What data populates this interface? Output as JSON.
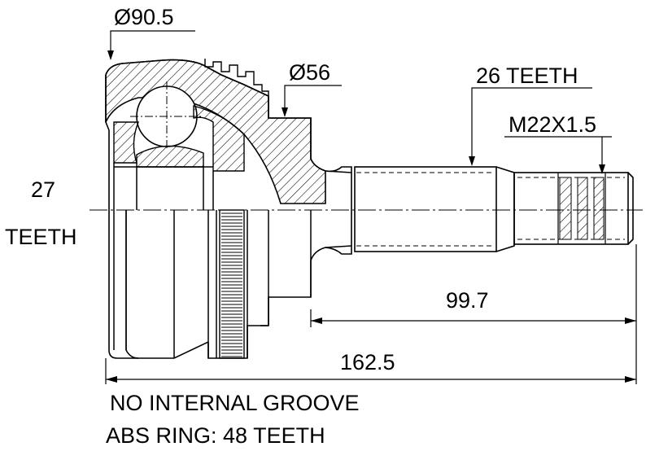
{
  "dimensions": {
    "outer_diameter": "Ø90.5",
    "bell_diameter": "Ø56",
    "spline_teeth": "26 TEETH",
    "thread": "M22X1.5",
    "length_short": "99.7",
    "length_total": "162.5"
  },
  "inner_teeth": {
    "count": "27",
    "unit": "TEETH"
  },
  "notes": {
    "groove": "NO INTERNAL GROOVE",
    "abs_ring": "ABS RING: 48 TEETH"
  },
  "colors": {
    "line": "#000000",
    "background": "#ffffff"
  }
}
